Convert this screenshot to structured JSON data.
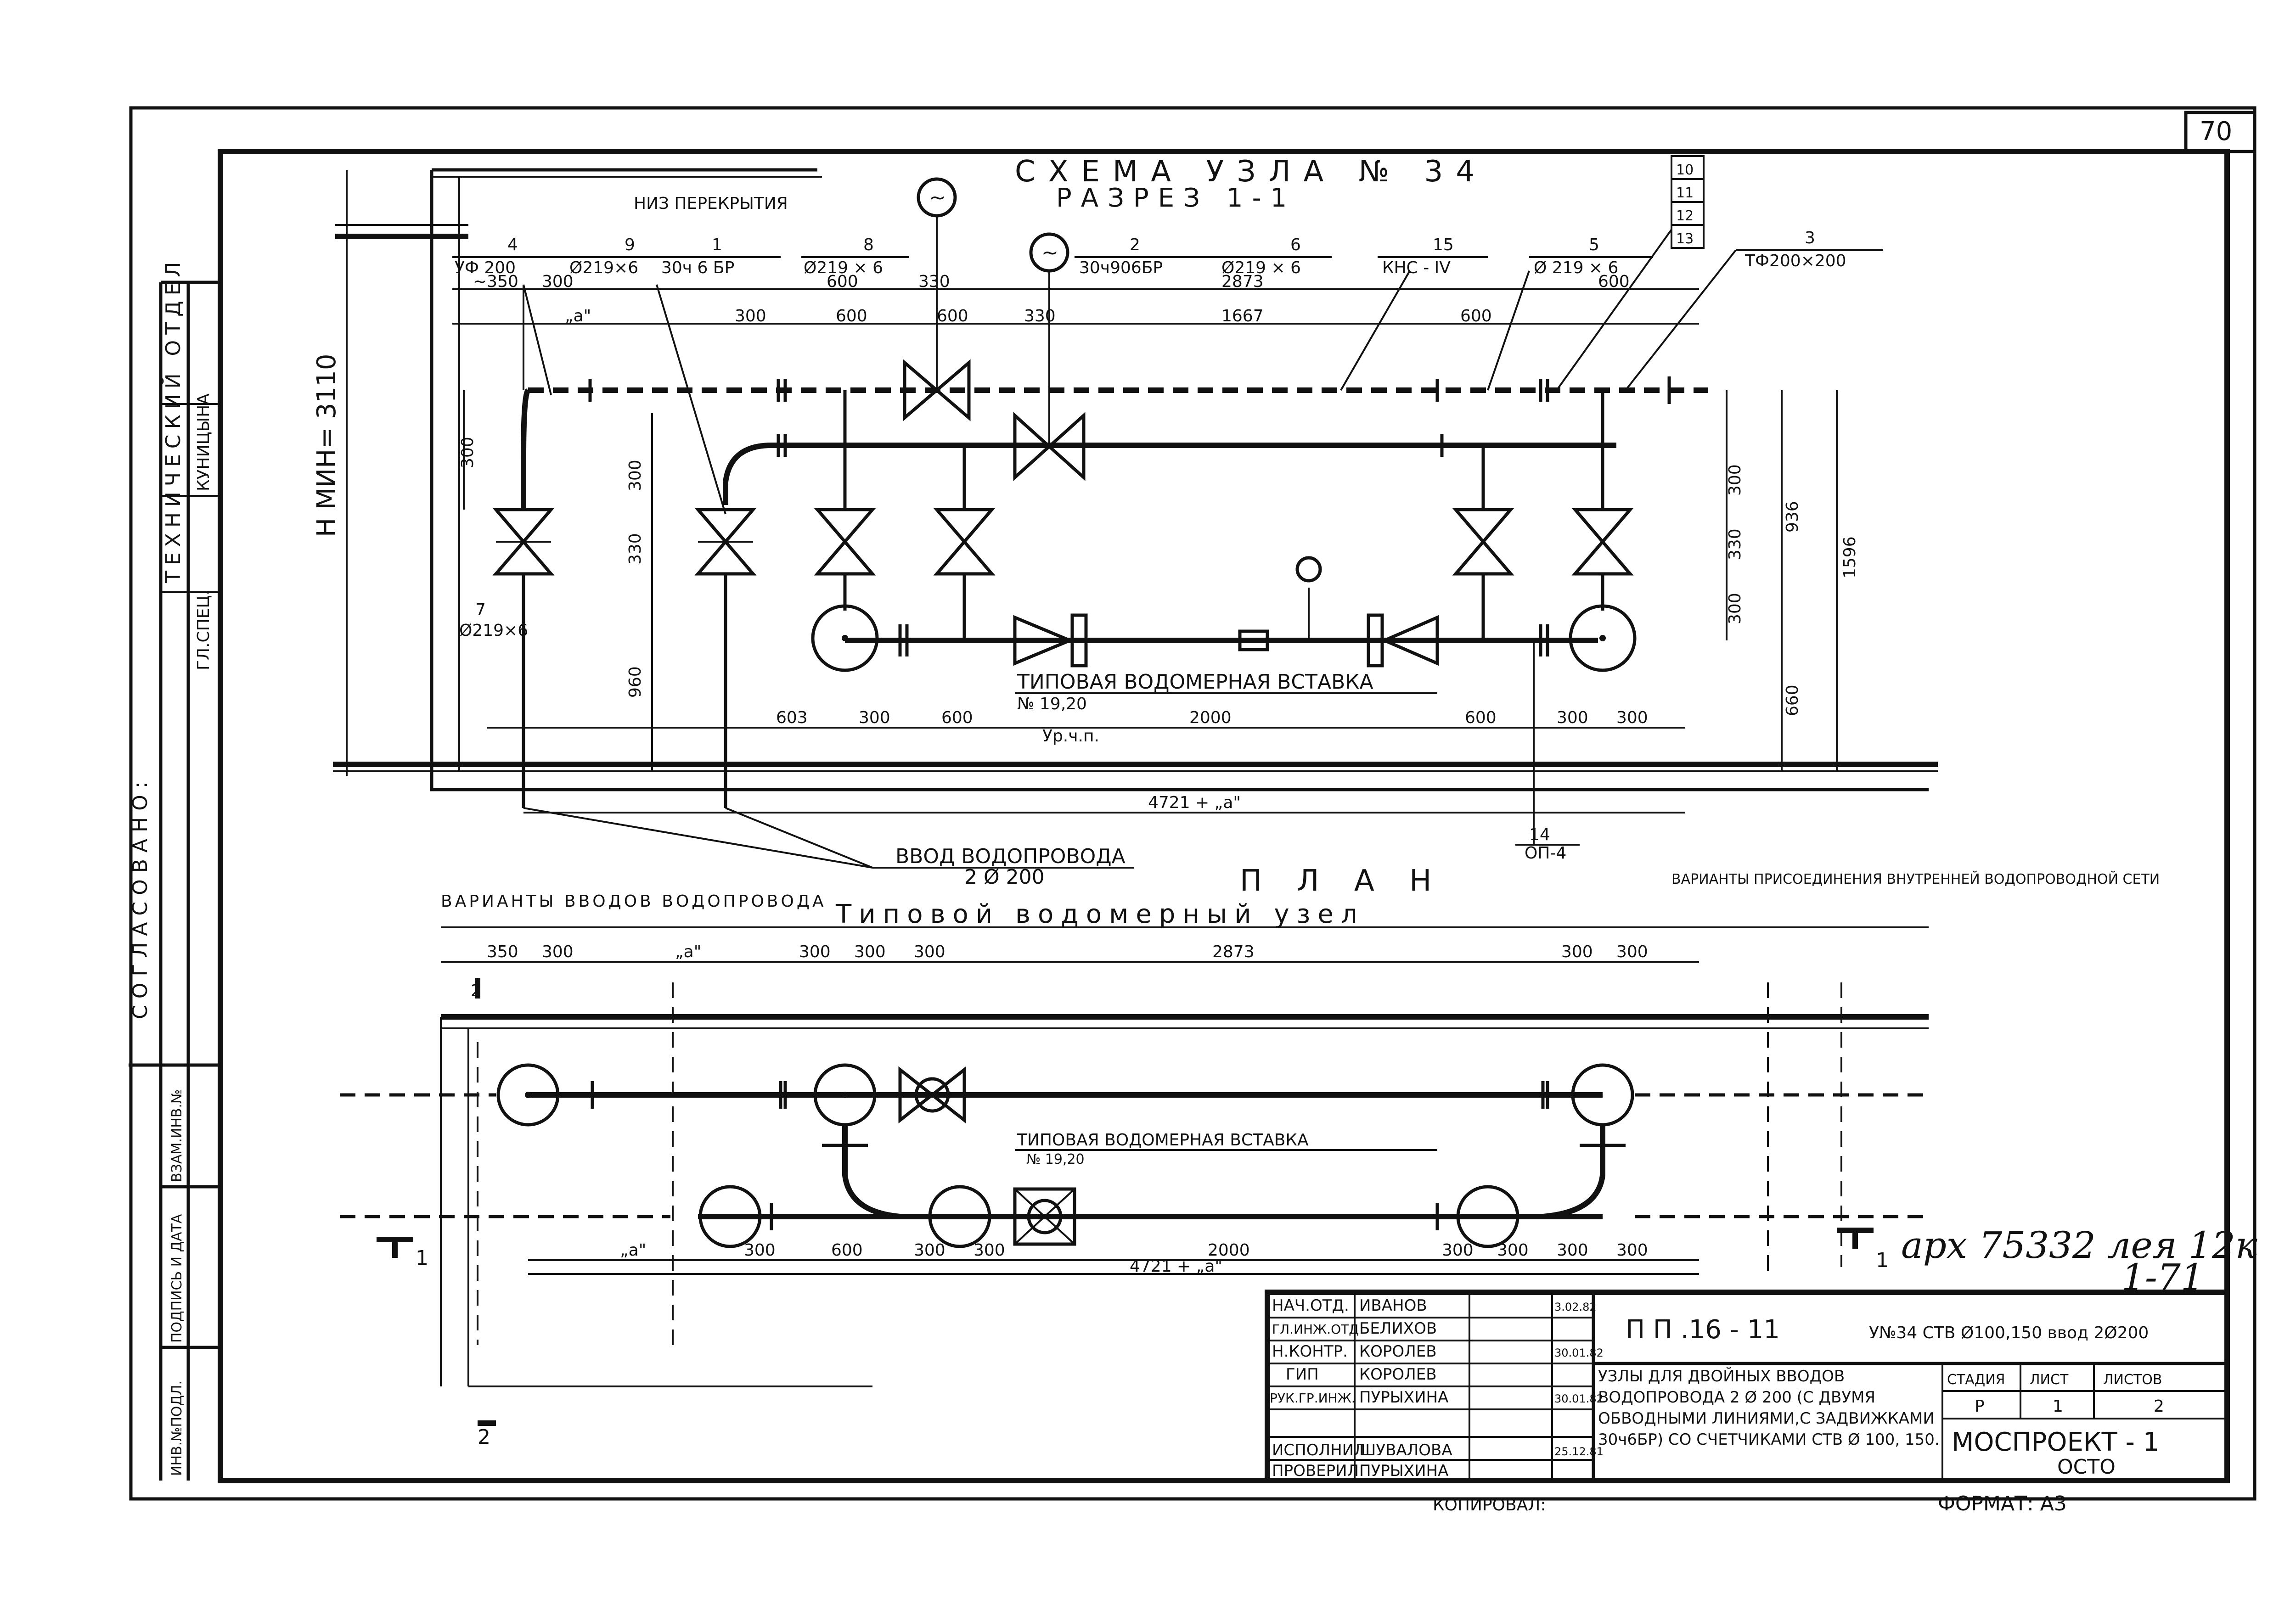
{
  "page_number": "70",
  "section_title": "СХЕМА УЗЛА № 34",
  "section_subtitle": "РАЗРЕЗ 1-1",
  "plan_title": "П Л А Н",
  "side_stamp": {
    "agreed": "СОГЛАСОВАНО:",
    "dept": "ТЕХНИЧЕСКИЙ ОТДЕЛ",
    "role": "ГЛ.СПЕЦ.",
    "name": "КУНИЦЫНА",
    "inv_orig": "ИНВ.№ПОДЛ.",
    "sign_date": "ПОДПИСЬ И ДАТА",
    "inv_repl": "ВЗАМ.ИНВ.№"
  },
  "section": {
    "label_ceiling": "НИЗ ПЕРЕКРЫТИЯ",
    "label_hmin": "Н МИН= 3110",
    "label_floor": "Ур.ч.п.",
    "insert_title": "ТИПОВАЯ ВОДОМЕРНАЯ ВСТАВКА",
    "insert_ref": "№ 19,20",
    "intake_title": "ВВОД ВОДОПРОВОДА",
    "intake_size": "2 Ø 200",
    "callouts": [
      {
        "num": "4",
        "text": "УФ 200"
      },
      {
        "num": "9",
        "text": "Ø219×6"
      },
      {
        "num": "1",
        "text": "30ч 6 БР"
      },
      {
        "num": "8",
        "text": "Ø219 × 6"
      },
      {
        "num": "2",
        "text": "30ч906БР"
      },
      {
        "num": "6",
        "text": "Ø219 × 6"
      },
      {
        "num": "15",
        "text": "КНС - IV"
      },
      {
        "num": "5",
        "text": "Ø 219 × 6"
      },
      {
        "num": "3",
        "text": "ТФ200×200"
      },
      {
        "num": "7",
        "text": "Ø219×6"
      },
      {
        "num": "14",
        "text": "ОП-4"
      }
    ],
    "side_list": [
      "10",
      "11",
      "12",
      "13"
    ],
    "dims_top": [
      "~350",
      "300",
      "600",
      "330",
      "2873",
      "600"
    ],
    "dims_mid": [
      "„a\"",
      "300",
      "600",
      "600",
      "330",
      "1667",
      "600"
    ],
    "dims_bottom": [
      "603",
      "300",
      "600",
      "2000",
      "600",
      "300",
      "300"
    ],
    "dims_vert_left": [
      "300",
      "300",
      "330",
      "960"
    ],
    "dims_vert_right": [
      "300",
      "330",
      "300",
      "936",
      "1596",
      "660"
    ],
    "dim_total": "4721 + „a\""
  },
  "plan": {
    "variants_left": "ВАРИАНТЫ ВВОДОВ ВОДОПРОВОДА",
    "typical_node": "Типовой водомерный узел",
    "variants_right": "ВАРИАНТЫ ПРИСОЕДИНЕНИЯ ВНУТРЕННЕЙ ВОДОПРОВОДНОЙ СЕТИ",
    "insert_title": "ТИПОВАЯ ВОДОМЕРНАЯ ВСТАВКА",
    "insert_ref": "№ 19,20",
    "dims_top": [
      "350",
      "300",
      "„a\"",
      "300",
      "300",
      "300",
      "2873",
      "300",
      "300"
    ],
    "dims_bottom": [
      "„a\"",
      "300",
      "600",
      "300",
      "300",
      "2000",
      "300",
      "300",
      "300",
      "300"
    ],
    "dim_total": "4721 + „a\"",
    "cut_marks": [
      "1",
      "1",
      "2",
      "2"
    ]
  },
  "handwritten": {
    "archive": "арх 75332 лея 12к",
    "sheet_ref": "1-71"
  },
  "title_block": {
    "people": [
      {
        "role": "НАЧ.ОТД.",
        "name": "ИВАНОВ",
        "date": "3.02.82"
      },
      {
        "role": "ГЛ.ИНЖ.ОТД",
        "name": "БЕЛИХОВ",
        "date": ""
      },
      {
        "role": "Н.КОНТР.",
        "name": "КОРОЛЕВ",
        "date": "30.01.82"
      },
      {
        "role": "ГИП",
        "name": "КОРОЛЕВ",
        "date": ""
      },
      {
        "role": "РУК.ГР.ИНЖ.",
        "name": "ПУРЫХИНА",
        "date": "30.01.82"
      },
      {
        "role": "ИСПОЛНИЛ",
        "name": "ШУВАЛОВА",
        "date": "25.12.81"
      },
      {
        "role": "ПРОВЕРИЛ",
        "name": "ПУРЫХИНА",
        "date": ""
      }
    ],
    "code": "П П .16 - 11",
    "node_label": "У№34 СТВ Ø100,150 ввод 2Ø200",
    "description": "УЗЛЫ ДЛЯ ДВОЙНЫХ ВВОДОВ ВОДОПРОВОДА 2 Ø 200 (С ДВУМЯ ОБВОДНЫМИ ЛИНИЯМИ,С ЗАДВИЖКАМИ 30ч6БР) СО СЧЕТЧИКАМИ СТВ Ø 100, 150.",
    "stage_header": "СТАДИЯ",
    "sheet_header": "ЛИСТ",
    "sheets_header": "ЛИСТОВ",
    "stage": "Р",
    "sheet": "1",
    "sheets": "2",
    "org": "МОСПРОЕКТ - 1",
    "org_sub": "ОСТО",
    "copied": "КОПИРОВАЛ:",
    "format": "ФОРМАТ: А3"
  }
}
